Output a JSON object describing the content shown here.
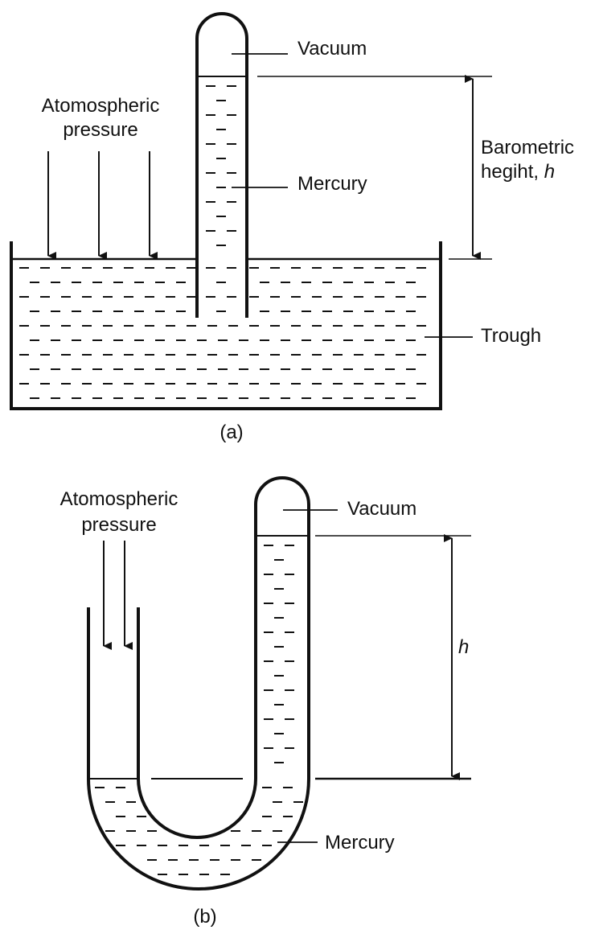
{
  "diagram_a": {
    "vacuum_label": "Vacuum",
    "mercury_label": "Mercury",
    "trough_label": "Trough",
    "pressure_label_line1": "Atomospheric",
    "pressure_label_line2": "pressure",
    "height_label_line1": "Barometric",
    "height_label_line2_text": "hegiht, ",
    "height_label_symbol": "h",
    "caption": "(a)"
  },
  "diagram_b": {
    "vacuum_label": "Vacuum",
    "mercury_label": "Mercury",
    "pressure_label_line1": "Atomospheric",
    "pressure_label_line2": "pressure",
    "height_label_symbol": "h",
    "caption": "(b)"
  },
  "colors": {
    "ink": "#111111",
    "background": "#ffffff"
  }
}
